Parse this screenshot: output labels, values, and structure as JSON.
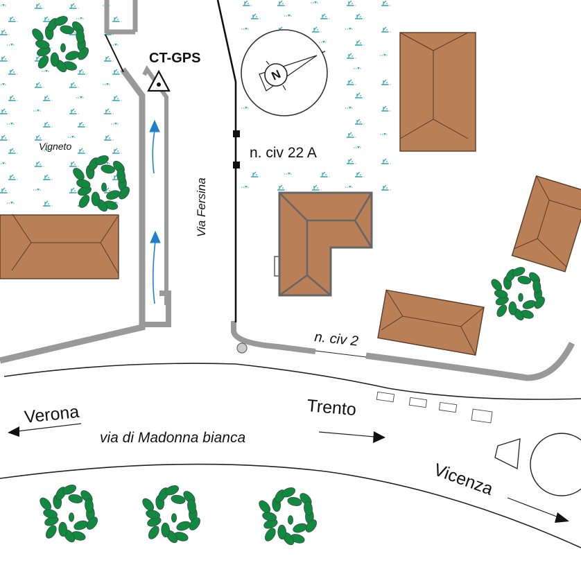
{
  "map": {
    "title": "CT-GPS location sketch",
    "colors": {
      "roof": "#b97f57",
      "roof_edge": "#5a3a24",
      "roof_edge_dark": "#666666",
      "wall": "#999999",
      "wall_light": "#b0b0b0",
      "vineyard": "#3aaab6",
      "tree": "#11893e",
      "tree_edge": "#2f5a48",
      "flow_arrow": "#1e7fcf",
      "road_line": "#222222"
    },
    "labels": {
      "station": "CT-GPS",
      "vineyard": "Vigneto",
      "street_fersina": "Via Fersina",
      "house_number_22a": "n. civ 22 A",
      "house_number_2": "n. civ 2",
      "main_road": "via di Madonna bianca",
      "direction_verona": "Verona",
      "direction_trento": "Trento",
      "direction_vicenza": "Vicenza"
    },
    "icons": {
      "station_marker": "triangle-dot-icon",
      "compass": "north-compass-icon",
      "tree": "tree-crown-icon",
      "flow": "water-flow-arrow-icon"
    },
    "compass_letter": "N"
  }
}
